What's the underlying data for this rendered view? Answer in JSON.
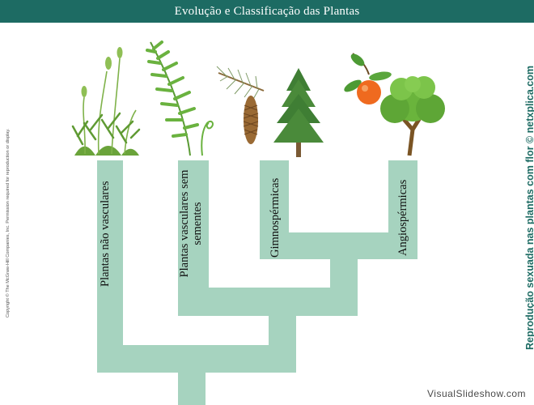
{
  "title": "Evolução e Classificação das Plantas",
  "groups": {
    "non_vascular": "Plantas não vasculares",
    "seedless_vascular": "Plantas vasculares sem sementes",
    "gymnosperms": "Gimnospérmicas",
    "angiosperms": "Angiospérmicas"
  },
  "copyright": "Copyright © The McGraw-Hill Companies, Inc. Permission required for reproduction or display.",
  "side_credit": "Reprodução sexuada nas plantas com flor © netxplica.com",
  "watermark": "VisualSlideshow.com",
  "colors": {
    "branch": "#a6d3bf",
    "title_bar": "#1d6b63",
    "credit": "#1d6b63"
  },
  "icons": [
    "moss-icon",
    "fern-icon",
    "pine-branch-cone-icon",
    "pine-tree-icon",
    "orange-fruit-icon",
    "broadleaf-tree-icon"
  ]
}
